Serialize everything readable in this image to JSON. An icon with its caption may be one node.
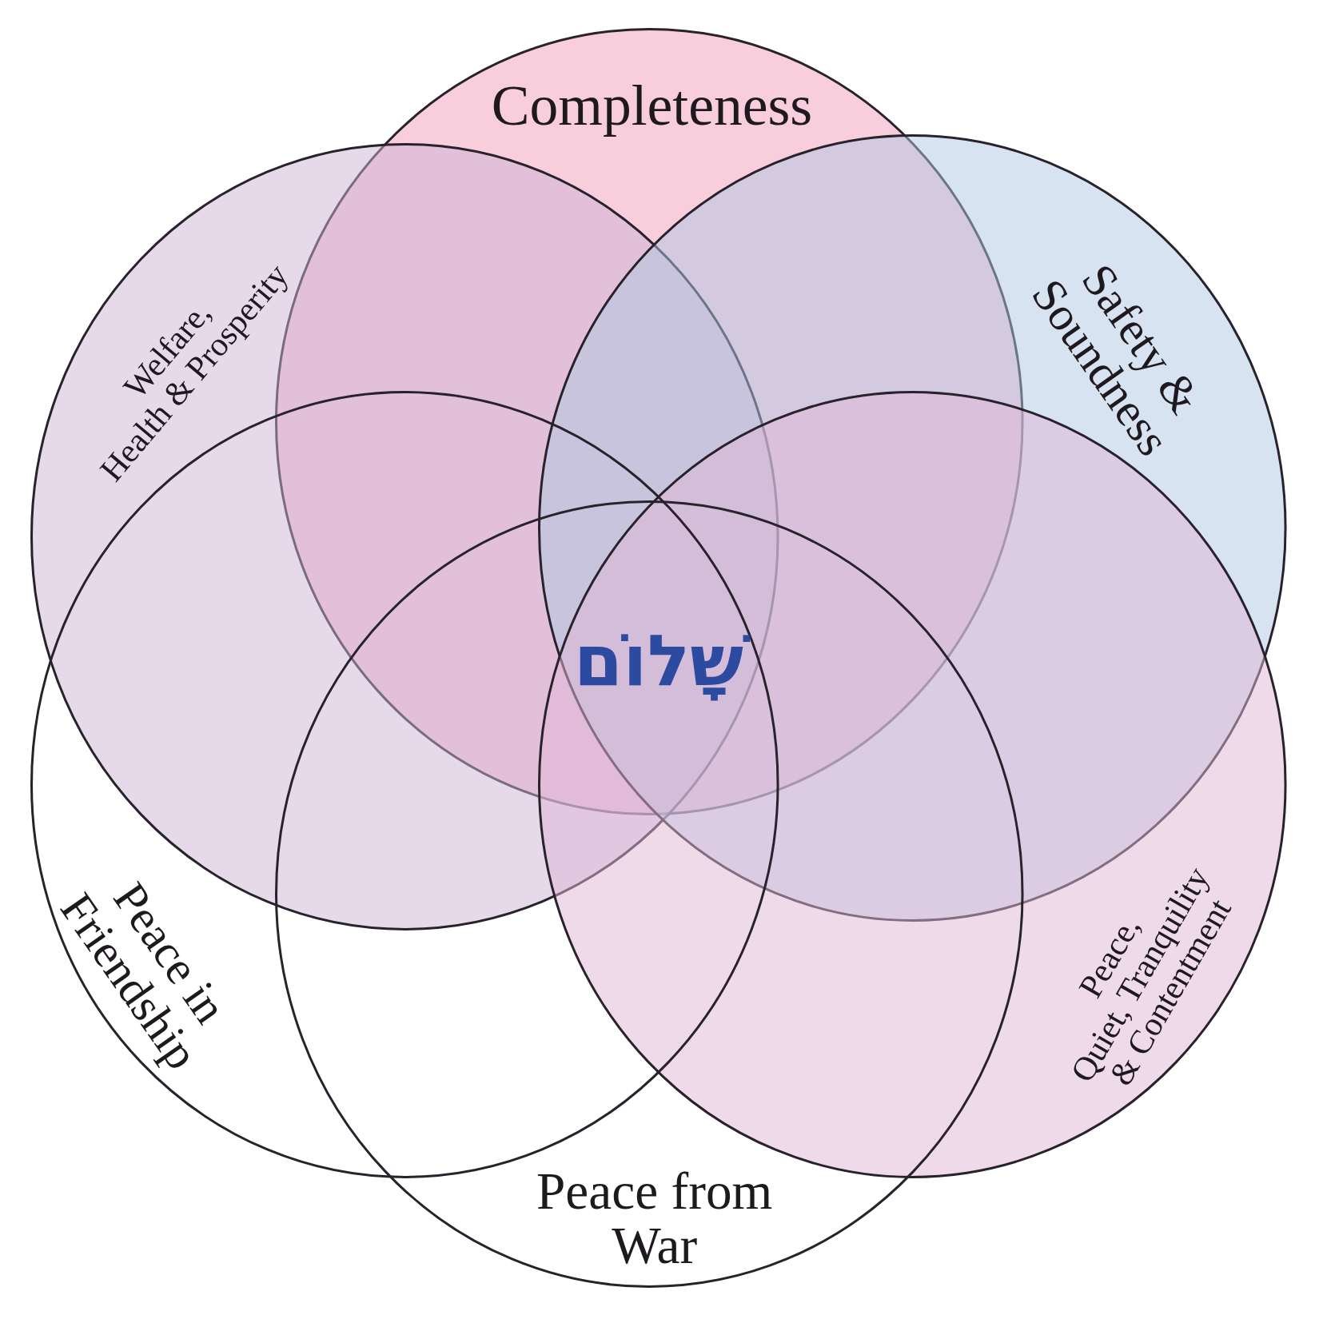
{
  "diagram": {
    "nodes": [
      {
        "text": [
          "Completeness"
        ]
      },
      {
        "text": [
          "Welfare, Health & Prosperity"
        ]
      },
      {
        "text": [
          "Safety & Soundness"
        ]
      },
      {
        "text": [
          "Peace in Friendship"
        ]
      },
      {
        "text": [
          "Peace, Quiet, Tranquility & Contentment"
        ]
      },
      {
        "text": [
          "Peace from War"
        ]
      }
    ],
    "labels": [
      "שָׁלוֹם"
    ]
  }
}
